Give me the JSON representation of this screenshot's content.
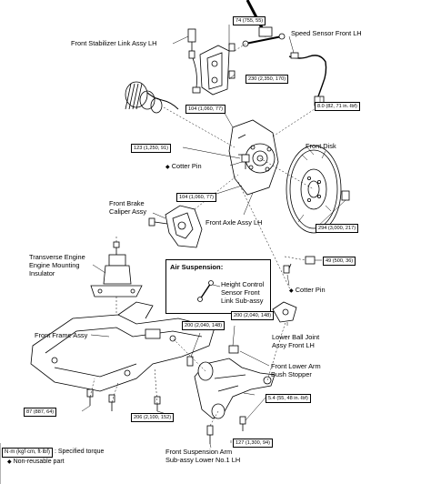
{
  "labels": {
    "front_stabilizer_link": "Front Stabilizer Link Assy LH",
    "speed_sensor": "Speed Sensor Front LH",
    "front_disk": "Front Disk",
    "cotter_pin_upper": "Cotter Pin",
    "front_brake_caliper_line1": "Front Brake",
    "front_brake_caliper_line2": "Caliper Assy",
    "front_axle_assy": "Front Axle Assy LH",
    "transverse_line1": "Transverse Engine",
    "transverse_line2": "Engine Mounting",
    "transverse_line3": "Insulator",
    "air_suspension_title": "Air Suspension:",
    "height_control_line1": "Height Control",
    "height_control_line2": "Sensor Front",
    "height_control_line3": "Link  Sub-assy",
    "cotter_pin_lower": "Cotter Pin",
    "front_frame_assy": "Front Frame Assy",
    "lower_ball_joint_line1": "Lower Ball Joint",
    "lower_ball_joint_line2": "Assy Front LH",
    "lower_arm_stopper_line1": "Front Lower Arm",
    "lower_arm_stopper_line2": "Bush Stopper",
    "suspension_arm_line1": "Front Suspension Arm",
    "suspension_arm_line2": "Sub-assy Lower No.1 LH"
  },
  "torque": {
    "t74": "74 (755, 55)",
    "t230": "230 (2,350, 170)",
    "t8": "8.0 (82, 71 in.·lbf)",
    "t104a": "104 (1,060, 77)",
    "t123": "123 (1,250, 91)",
    "t104b": "104 (1,060, 77)",
    "t294": "294 (3,000, 217)",
    "t49": "49 (500, 36)",
    "t200a": "200 (2,040, 148)",
    "t200b": "200 (2,040, 148)",
    "t87": "87 (887, 64)",
    "t206": "206 (2,100, 152)",
    "t54": "5.4 (55, 48 in.·lbf)",
    "t127": "127 (1,300, 94)"
  },
  "legend": {
    "unit": "N·m (kgf·cm, ft·lbf)",
    "unit_desc": ": Specified torque",
    "nonreuse_desc": "Non-reusable part"
  },
  "symbols": {
    "nonreuse": "◆"
  }
}
